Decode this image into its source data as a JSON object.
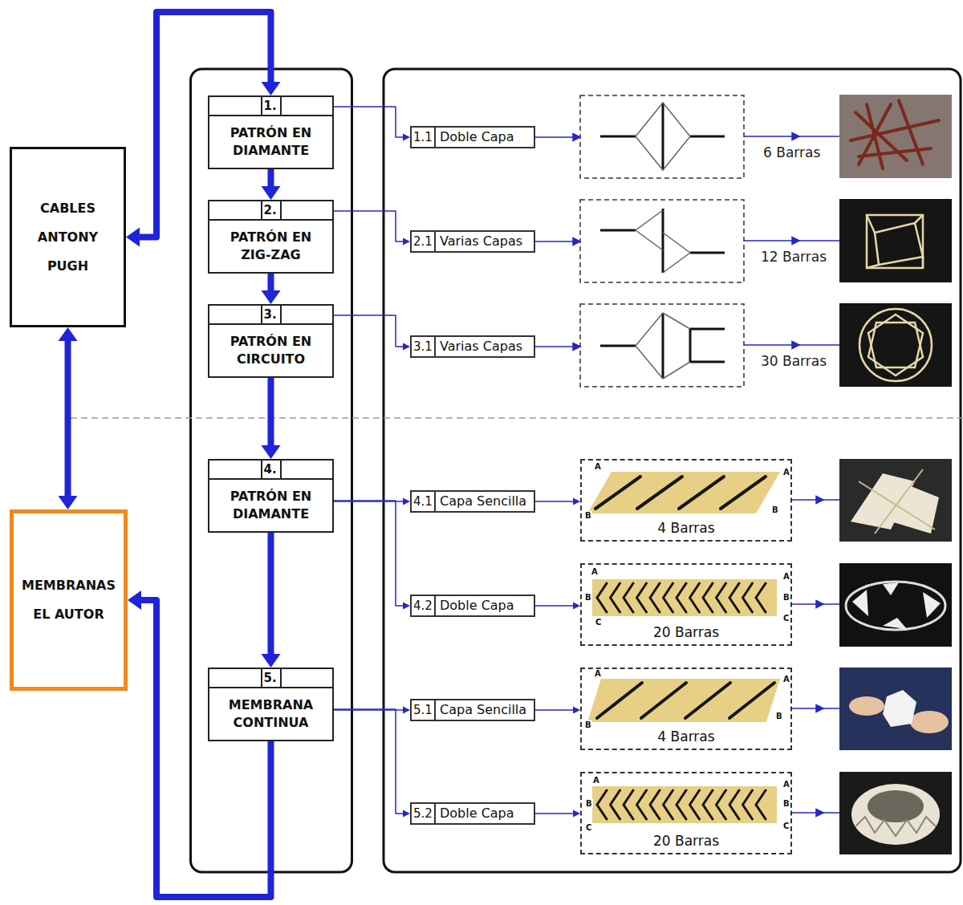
{
  "diagram": {
    "nodes": [
      {
        "text": [
          "CABLES ANTONY PUGH"
        ]
      },
      {
        "text": [
          "MEMBRANAS EL AUTOR"
        ]
      },
      {
        "text": [
          "1.",
          "PATRÓN EN DIAMANTE"
        ]
      },
      {
        "text": [
          "2.",
          "PATRÓN EN ZIG-ZAG"
        ]
      },
      {
        "text": [
          "3.",
          "PATRÓN EN CIRCUITO"
        ]
      },
      {
        "text": [
          "4.",
          "PATRÓN EN DIAMANTE"
        ]
      },
      {
        "text": [
          "5.",
          "MEMBRANA CONTINUA"
        ]
      },
      {
        "text": [
          "1.1",
          "Doble Capa"
        ]
      },
      {
        "text": [
          "2.1",
          "Varias Capas"
        ]
      },
      {
        "text": [
          "3.1",
          "Varias Capas"
        ]
      },
      {
        "text": [
          "4.1",
          "Capa Sencilla"
        ]
      },
      {
        "text": [
          "4.2",
          "Doble Capa"
        ]
      },
      {
        "text": [
          "5.1",
          "Capa Sencilla"
        ]
      },
      {
        "text": [
          "5.2",
          "Doble Capa"
        ]
      },
      {
        "text": [
          "4 Barras"
        ]
      },
      {
        "text": [
          "20 Barras"
        ]
      },
      {
        "text": [
          "4 Barras"
        ]
      },
      {
        "text": [
          "20 Barras"
        ]
      }
    ],
    "edges": [
      {
        "from": 0,
        "to": 2,
        "arrow": "both"
      },
      {
        "from": 0,
        "to": 1,
        "arrow": "both"
      },
      {
        "from": 2,
        "to": 3,
        "arrow": "to"
      },
      {
        "from": 3,
        "to": 4,
        "arrow": "to"
      },
      {
        "from": 4,
        "to": 5,
        "arrow": "to"
      },
      {
        "from": 5,
        "to": 6,
        "arrow": "to"
      },
      {
        "from": 6,
        "to": 1,
        "arrow": "to"
      },
      {
        "from": 2,
        "to": 7,
        "arrow": "to"
      },
      {
        "from": 3,
        "to": 8,
        "arrow": "to"
      },
      {
        "from": 4,
        "to": 9,
        "arrow": "to"
      },
      {
        "from": 5,
        "to": 10,
        "arrow": "to"
      },
      {
        "from": 5,
        "to": 11,
        "arrow": "to"
      },
      {
        "from": 6,
        "to": 12,
        "arrow": "to"
      },
      {
        "from": 6,
        "to": 13,
        "arrow": "to"
      },
      {
        "from": 10,
        "to": 14,
        "arrow": "to"
      },
      {
        "from": 11,
        "to": 15,
        "arrow": "to"
      },
      {
        "from": 12,
        "to": 16,
        "arrow": "to"
      },
      {
        "from": 13,
        "to": 17,
        "arrow": "to"
      }
    ],
    "labels": [
      "6 Barras",
      "12 Barras",
      "30 Barras",
      "A",
      "A",
      "B",
      "B",
      "A",
      "A",
      "B",
      "B",
      "C",
      "C",
      "A",
      "A",
      "B",
      "B",
      "A",
      "A",
      "B",
      "B",
      "C",
      "C"
    ]
  }
}
